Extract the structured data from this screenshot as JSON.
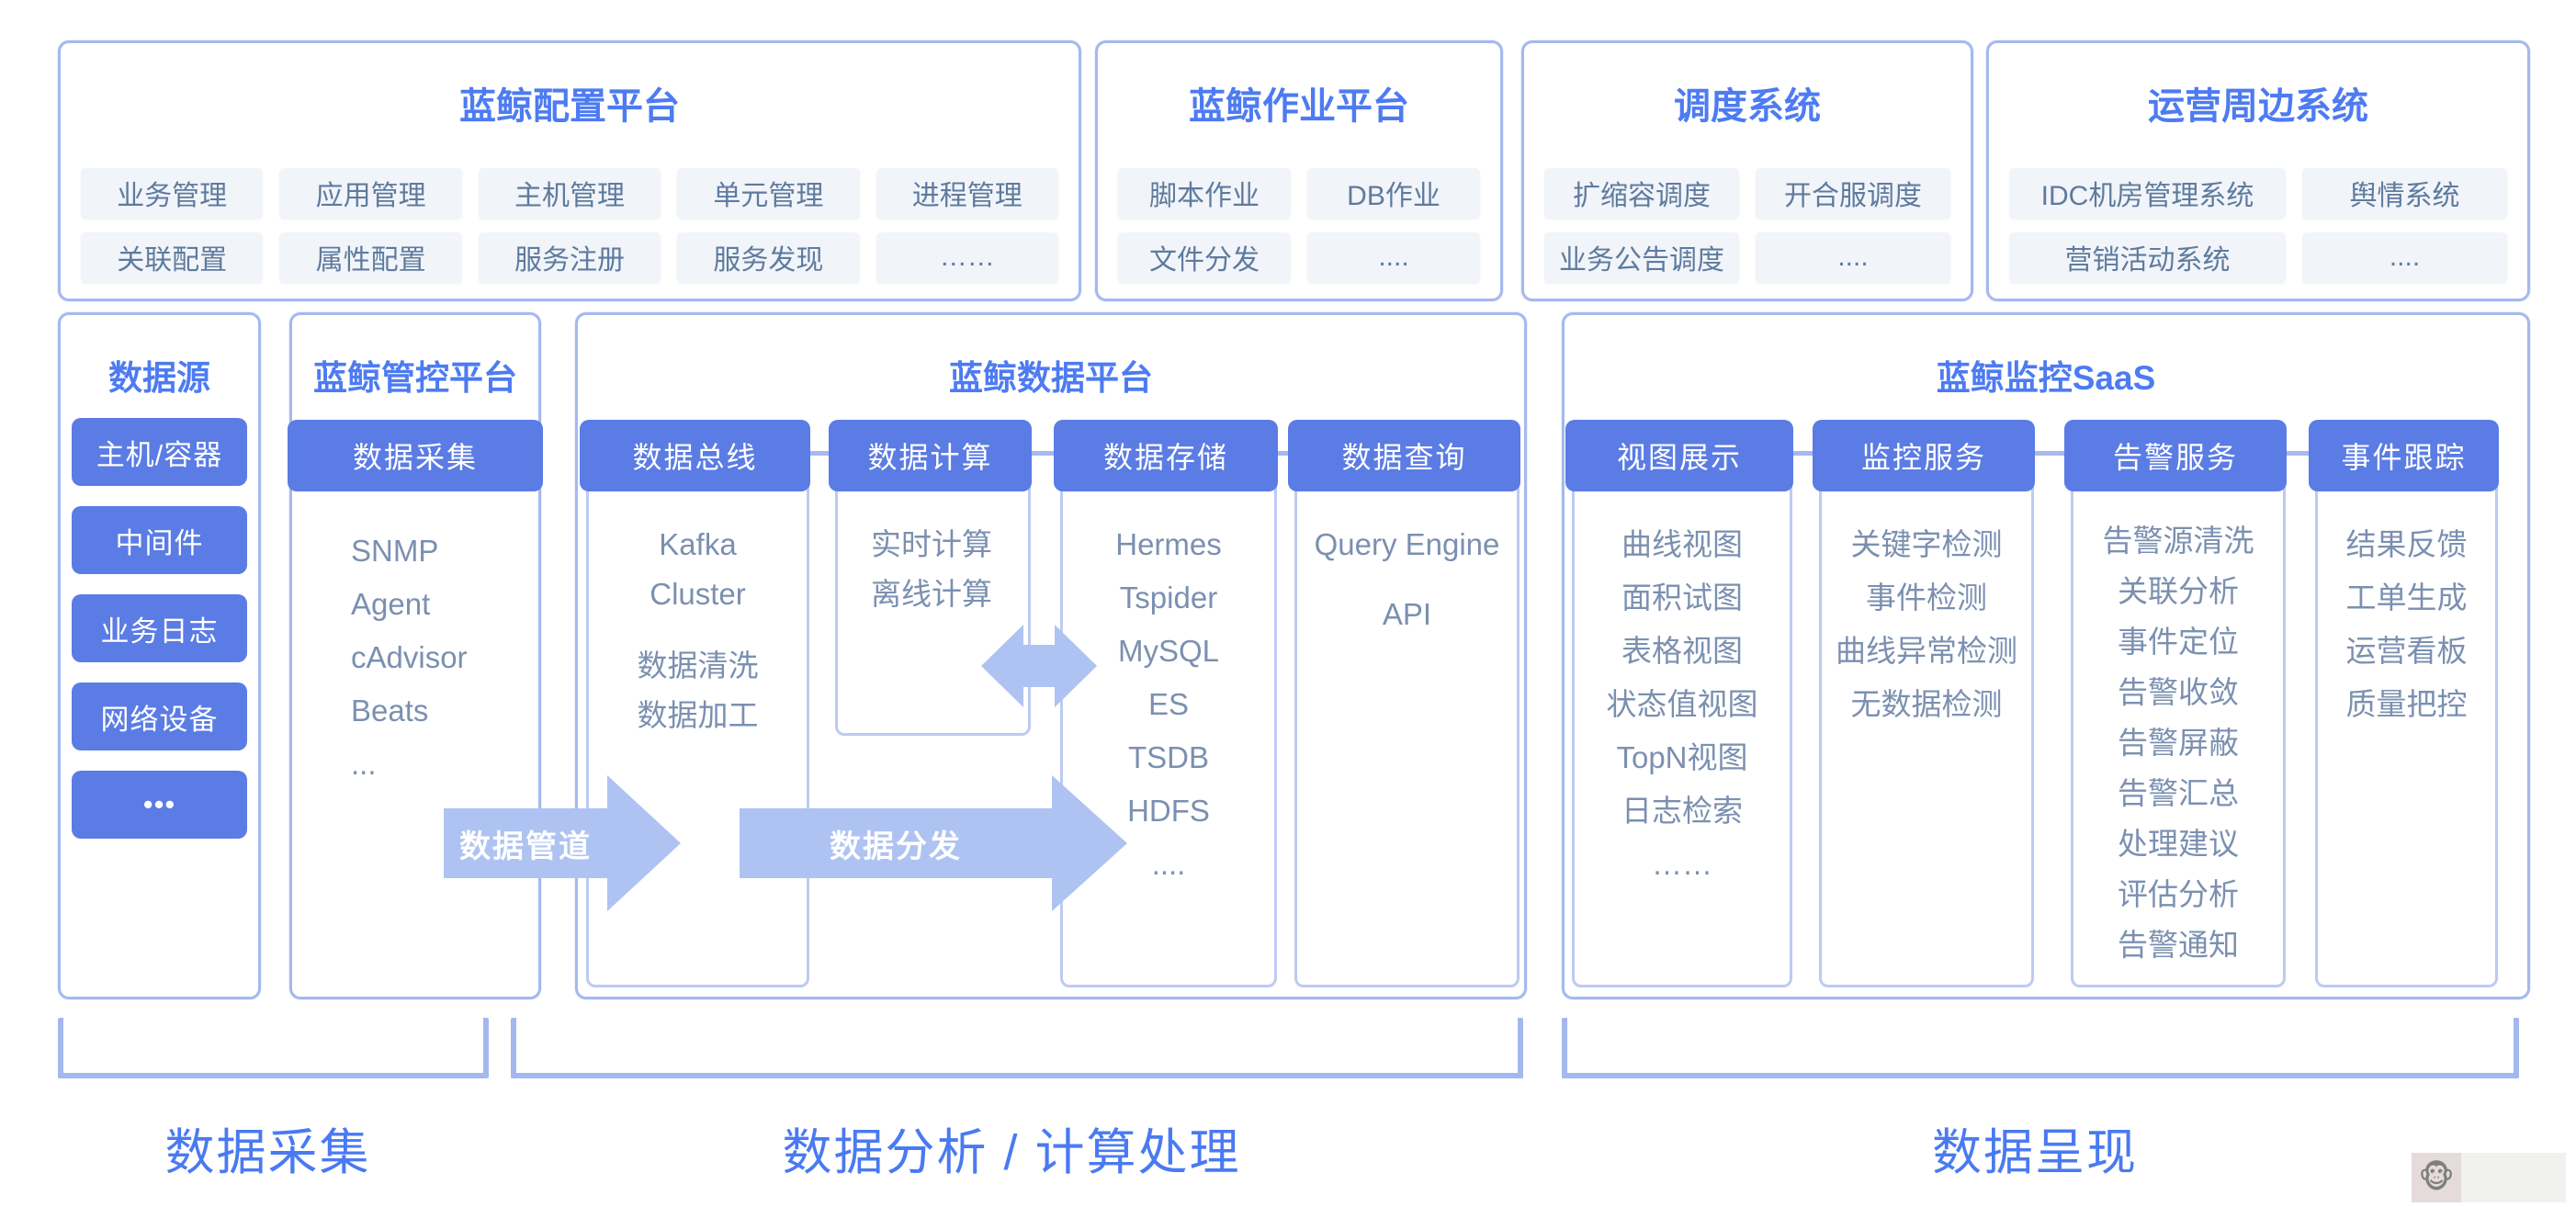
{
  "palette": {
    "accent_text": "#4d7bf2",
    "button_fill": "#5b7ce4",
    "arrow_fill": "#aec3f1",
    "box_border": "#a5b9ee",
    "column_border": "#bdcbf2",
    "pill_fill": "#f1f4f9",
    "pill_text": "#5e7b9e",
    "list_text": "#7b90b0"
  },
  "top_boxes": [
    {
      "title": "蓝鲸配置平台",
      "items": [
        "业务管理",
        "应用管理",
        "主机管理",
        "单元管理",
        "进程管理",
        "关联配置",
        "属性配置",
        "服务注册",
        "服务发现",
        "……"
      ]
    },
    {
      "title": "蓝鲸作业平台",
      "items": [
        "脚本作业",
        "DB作业",
        "文件分发",
        "...."
      ]
    },
    {
      "title": "调度系统",
      "items": [
        "扩缩容调度",
        "开合服调度",
        "业务公告调度",
        "...."
      ]
    },
    {
      "title": "运营周边系统",
      "items": [
        "IDC机房管理系统",
        "舆情系统",
        "营销活动系统",
        "...."
      ]
    }
  ],
  "data_source": {
    "title": "数据源",
    "buttons": [
      "主机/容器",
      "中间件",
      "业务日志",
      "网络设备",
      "•••"
    ]
  },
  "control_platform": {
    "title": "蓝鲸管控平台",
    "header": "数据采集",
    "items": [
      "SNMP",
      "Agent",
      "cAdvisor",
      "Beats",
      "..."
    ]
  },
  "data_platform": {
    "title": "蓝鲸数据平台",
    "columns": [
      {
        "header": "数据总线",
        "lines": [
          "Kafka",
          "Cluster",
          "数据清洗",
          "数据加工"
        ]
      },
      {
        "header": "数据计算",
        "lines": [
          "实时计算",
          "离线计算"
        ]
      },
      {
        "header": "数据存储",
        "lines": [
          "Hermes",
          "Tspider",
          "MySQL",
          "ES",
          "TSDB",
          "HDFS",
          "...."
        ]
      },
      {
        "header": "数据查询",
        "lines": [
          "Query Engine",
          "API"
        ]
      }
    ]
  },
  "monitor_saas": {
    "title": "蓝鲸监控SaaS",
    "columns": [
      {
        "header": "视图展示",
        "lines": [
          "曲线视图",
          "面积试图",
          "表格视图",
          "状态值视图",
          "TopN视图",
          "日志检索",
          "……"
        ]
      },
      {
        "header": "监控服务",
        "lines": [
          "关键字检测",
          "事件检测",
          "曲线异常检测",
          "无数据检测"
        ]
      },
      {
        "header": "告警服务",
        "lines": [
          "告警源清洗",
          "关联分析",
          "事件定位",
          "告警收敛",
          "告警屏蔽",
          "告警汇总",
          "处理建议",
          "评估分析",
          "告警通知"
        ]
      },
      {
        "header": "事件跟踪",
        "lines": [
          "结果反馈",
          "工单生成",
          "运营看板",
          "质量把控"
        ]
      }
    ]
  },
  "arrows": {
    "pipeline": "数据管道",
    "distribution": "数据分发"
  },
  "stage_labels": [
    "数据采集",
    "数据分析 / 计算处理",
    "数据呈现"
  ]
}
